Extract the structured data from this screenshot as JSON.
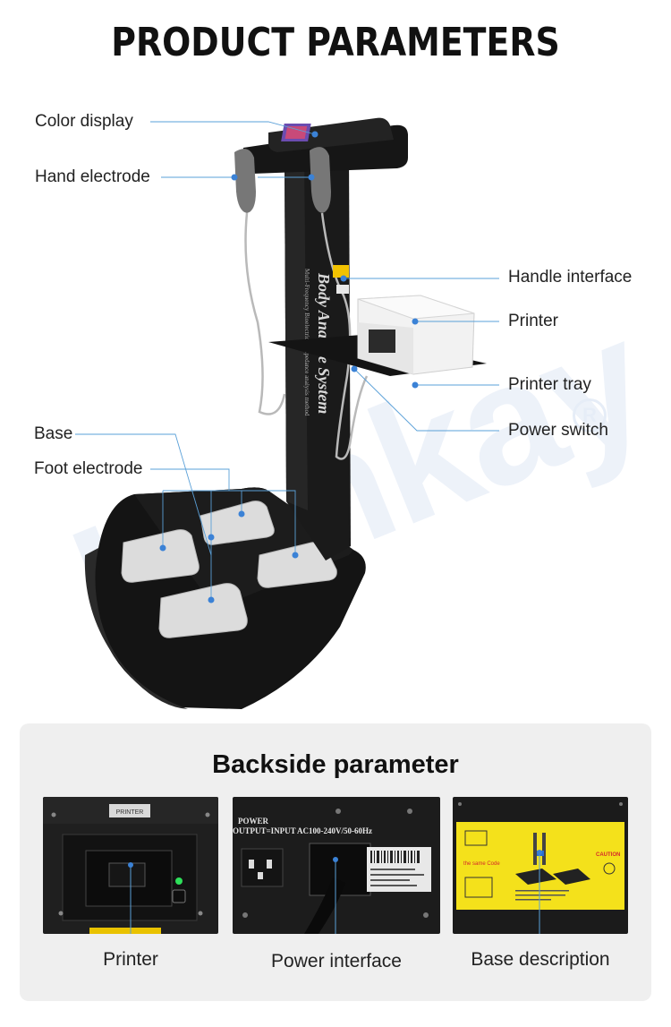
{
  "title": "PRODUCT PARAMETERS",
  "watermark": "Honkay",
  "watermark_mark": "R",
  "device": {
    "column_text": "Body Analyse System",
    "column_subtext": "Multi-Frequency Bioelectrical Impedance analysis method"
  },
  "callouts": {
    "color_display": "Color display",
    "hand_electrode": "Hand electrode",
    "handle_interface": "Handle interface",
    "printer": "Printer",
    "printer_tray": "Printer tray",
    "power_switch": "Power switch",
    "base": "Base",
    "foot_electrode": "Foot electrode"
  },
  "backside": {
    "title": "Backside parameter",
    "items": [
      {
        "label": "Printer",
        "image_text": "PRINTER"
      },
      {
        "label": "Power interface",
        "image_text_1": "POWER",
        "image_text_2": "OUTPUT=INPUT",
        "image_text_3": "AC100-240V/50-60Hz"
      },
      {
        "label": "Base description",
        "image_text": "CAUTION",
        "image_text_2": "the same Code"
      }
    ]
  },
  "colors": {
    "leader_line": "#5aa0d8",
    "dot": "#3b82d6",
    "panel_bg": "#efefef",
    "device_body": "#151515"
  }
}
